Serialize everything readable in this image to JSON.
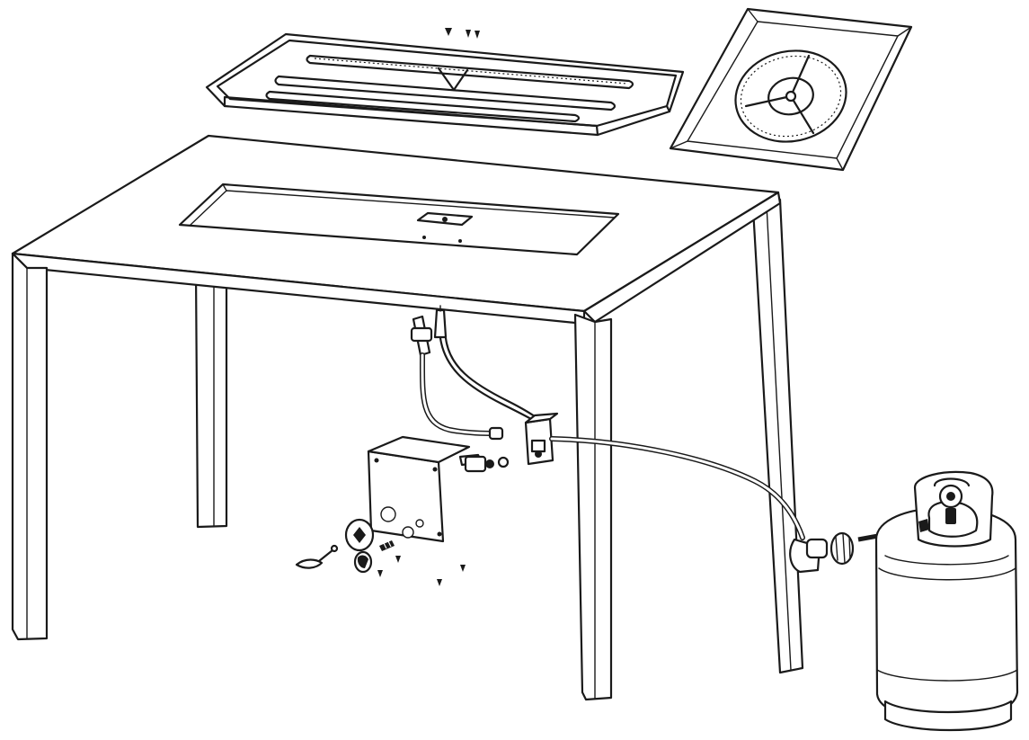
{
  "diagram": {
    "style": "line-drawing",
    "stroke_color": "#1a1a1a",
    "background_color": "#ffffff",
    "components": [
      "table",
      "rectangular-burner-pan",
      "square-ring-burner",
      "control-box",
      "ignition-assembly",
      "gas-valve",
      "gas-hose",
      "regulator",
      "propane-tank",
      "connection-arrow"
    ]
  }
}
